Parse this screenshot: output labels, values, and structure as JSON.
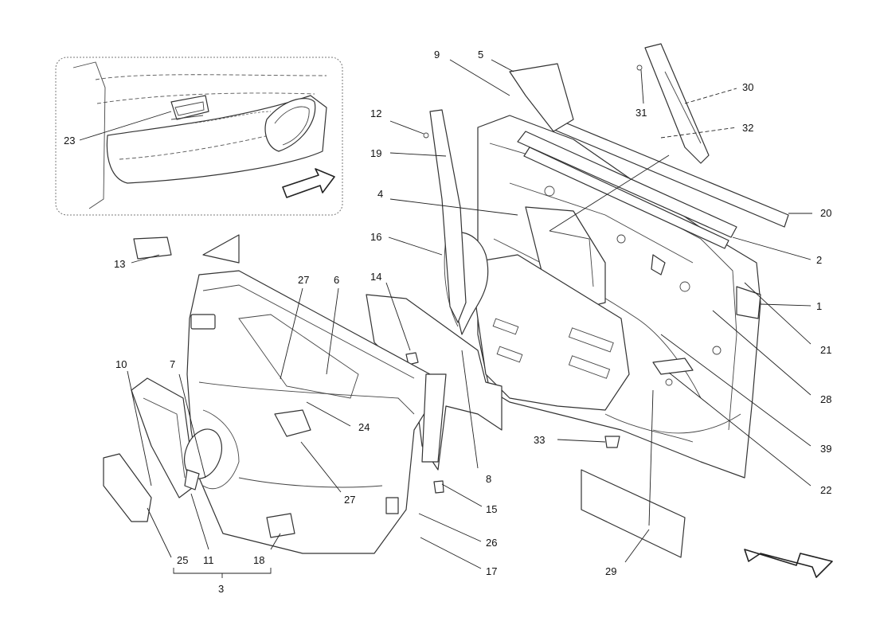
{
  "callouts": {
    "c1": "1",
    "c2": "2",
    "c3": "3",
    "c4": "4",
    "c5": "5",
    "c6": "6",
    "c7": "7",
    "c8": "8",
    "c9": "9",
    "c10": "10",
    "c11": "11",
    "c12": "12",
    "c13": "13",
    "c14": "14",
    "c15": "15",
    "c16": "16",
    "c17": "17",
    "c18": "18",
    "c19": "19",
    "c20": "20",
    "c21": "21",
    "c22": "22",
    "c23": "23",
    "c24": "24",
    "c25": "25",
    "c26": "26",
    "c27a": "27",
    "c27b": "27",
    "c28": "28",
    "c29": "29",
    "c30": "30",
    "c31": "31",
    "c32": "32",
    "c33": "33",
    "c39": "39"
  }
}
